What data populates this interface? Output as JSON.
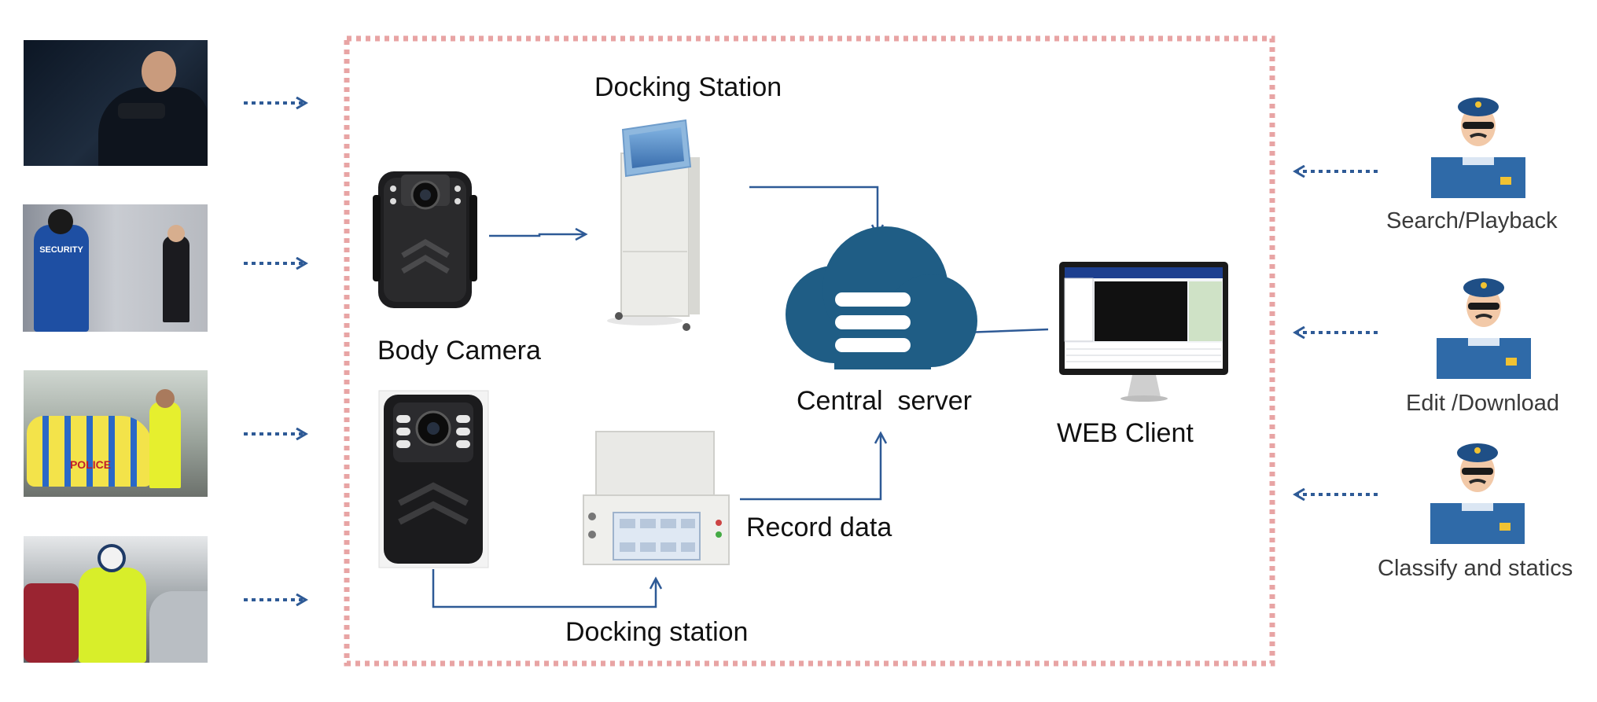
{
  "labels": {
    "docking_station_top": "Docking Station",
    "body_camera": "Body Camera",
    "central_server": "Central  server",
    "web_client": "WEB Client",
    "record_data": "Record data",
    "docking_station_bottom": "Docking station"
  },
  "roles": [
    {
      "label": "Search/Playback"
    },
    {
      "label": "Edit /Download"
    },
    {
      "label": "Classify and statics"
    }
  ],
  "scenes": [
    {
      "icon": "officer-aiming-gun-photo"
    },
    {
      "icon": "security-guards-photo"
    },
    {
      "icon": "police-car-officer-photo"
    },
    {
      "icon": "traffic-officer-photo"
    }
  ],
  "scene_badges": {
    "security": "SECURITY",
    "police": "POLICE"
  },
  "colors": {
    "dashed_border": "#e8a4a4",
    "arrow_blue": "#2e5a96",
    "cloud": "#1f5d85",
    "officer_blue": "#2f6aa8",
    "label_grey": "#3a3a3a"
  }
}
